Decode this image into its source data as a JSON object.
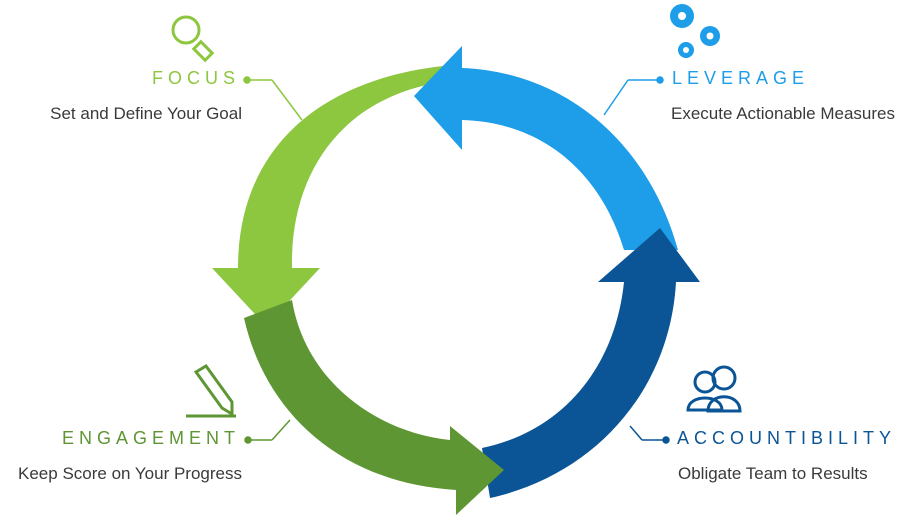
{
  "stages": [
    {
      "key": "focus",
      "title": "FOCUS",
      "description": "Set and Define Your Goal",
      "color": "#8dc63f",
      "icon": "magnifier-icon"
    },
    {
      "key": "leverage",
      "title": "LEVERAGE",
      "description": "Execute Actionable Measures",
      "color": "#1e9de8",
      "icon": "gears-icon"
    },
    {
      "key": "accountability",
      "title": "ACCOUNTIBILITY",
      "description": "Obligate Team to Results",
      "color": "#0b5596",
      "icon": "people-icon"
    },
    {
      "key": "engagement",
      "title": "ENGAGEMENT",
      "description": "Keep Score on Your Progress",
      "color": "#5e9634",
      "icon": "pencil-icon"
    }
  ]
}
